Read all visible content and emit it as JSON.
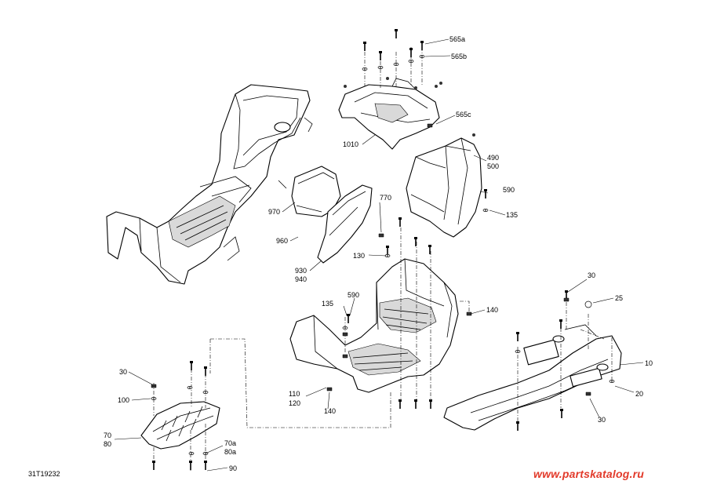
{
  "diagram": {
    "labels": {
      "l565a": "565a",
      "l565b": "565b",
      "l565c": "565c",
      "l1010": "1010",
      "l490": "490",
      "l500": "500",
      "l590a": "590",
      "l135a": "135",
      "l970": "970",
      "l960": "960",
      "l770": "770",
      "l130": "130",
      "l930": "930",
      "l940": "940",
      "l135b": "135",
      "l590b": "590",
      "l140a": "140",
      "l30a": "30",
      "l25": "25",
      "l10": "10",
      "l20": "20",
      "l30b": "30",
      "l110": "110",
      "l120": "120",
      "l140b": "140",
      "l30c": "30",
      "l100": "100",
      "l70": "70",
      "l80": "80",
      "l70a": "70a",
      "l80a": "80a",
      "l90": "90"
    },
    "code": "31T19232",
    "watermark": "www.partskatalog.ru"
  }
}
